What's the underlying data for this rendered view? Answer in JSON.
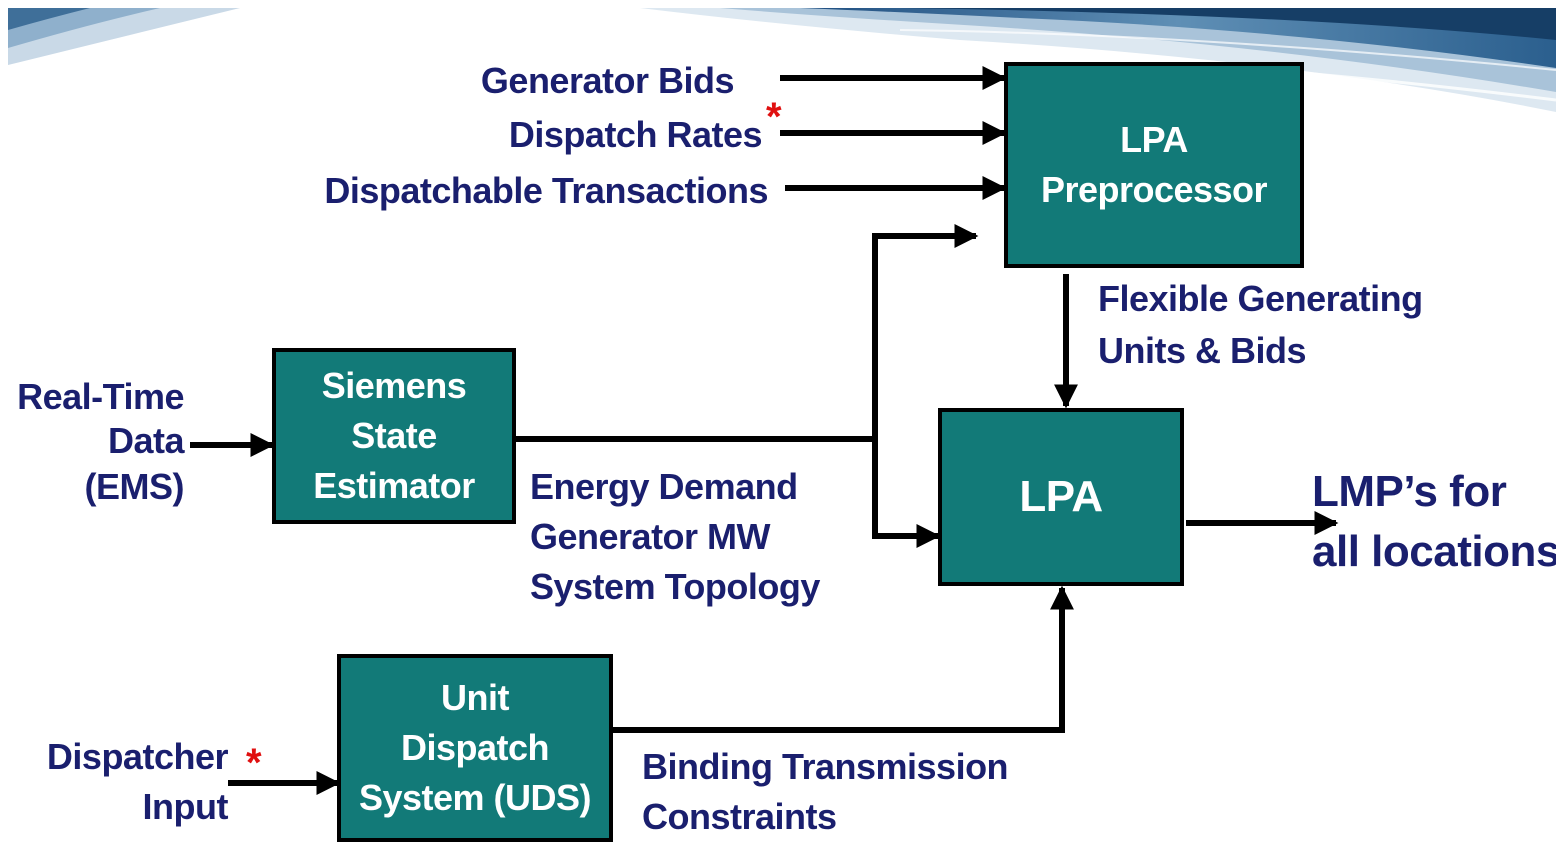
{
  "colors": {
    "box_fill": "#127a78",
    "text": "#1a1f6e",
    "asterisk": "#e01010",
    "line": "#000000"
  },
  "boxes": {
    "lpa_pre": [
      "LPA",
      "Preprocessor"
    ],
    "lpa": "LPA",
    "siemens": [
      "Siemens",
      "State",
      "Estimator"
    ],
    "uds": [
      "Unit",
      "Dispatch",
      "System (UDS)"
    ]
  },
  "inputs": {
    "generator_bids": "Generator Bids",
    "dispatch_rates": "Dispatch Rates",
    "dispatchable_transactions": "Dispatchable Transactions",
    "realtime": [
      "Real-Time",
      "Data",
      "(EMS)"
    ],
    "dispatcher": [
      "Dispatcher",
      "Input"
    ],
    "asterisk": "*"
  },
  "labels": {
    "flexible": [
      "Flexible Generating",
      "Units & Bids"
    ],
    "estimator_outputs": [
      "Energy Demand",
      "Generator MW",
      "System Topology"
    ],
    "binding": [
      "Binding Transmission",
      "Constraints"
    ],
    "output": [
      "LMP’s for",
      "all locations"
    ]
  }
}
